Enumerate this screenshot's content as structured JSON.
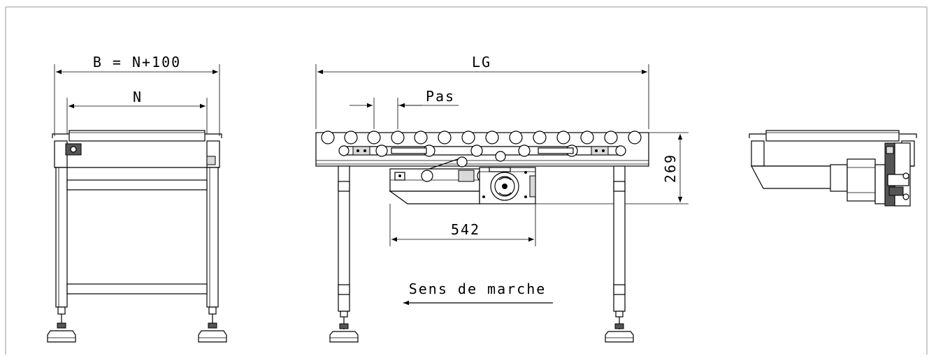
{
  "dims": {
    "b_formula": "B = N+100",
    "n": "N",
    "lg": "LG",
    "pas": "Pas",
    "height_269": "269",
    "len_542": "542",
    "direction": "Sens de marche"
  }
}
